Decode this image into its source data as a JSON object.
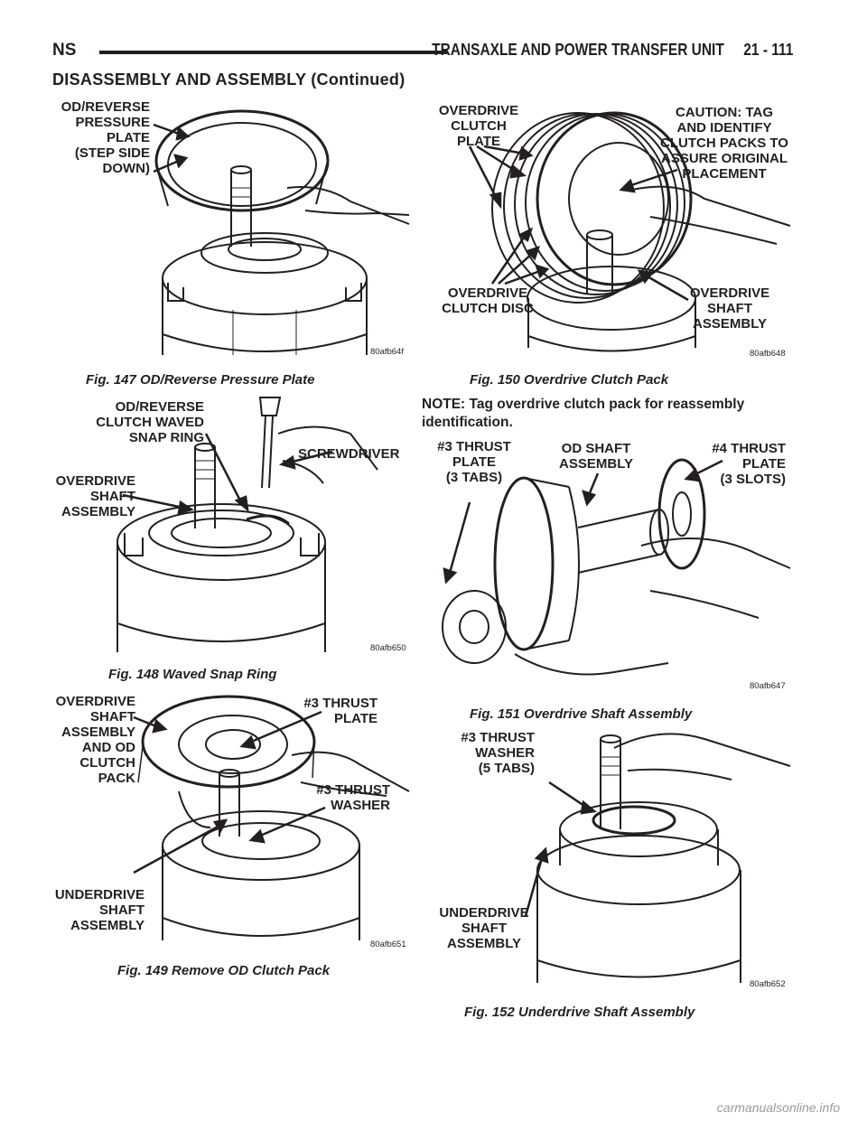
{
  "header": {
    "left": "NS",
    "right": "TRANSAXLE AND POWER TRANSFER UNIT     21 - 111"
  },
  "section_title": "DISASSEMBLY AND ASSEMBLY (Continued)",
  "figures": {
    "f147": {
      "caption": "Fig. 147 OD/Reverse Pressure Plate",
      "id": "80afb64f",
      "labels": [
        "OD/REVERSE",
        "PRESSURE",
        "PLATE",
        "(STEP SIDE",
        "DOWN)"
      ]
    },
    "f148": {
      "caption": "Fig. 148 Waved Snap Ring",
      "id": "80afb650",
      "snap_ring": [
        "OD/REVERSE",
        "CLUTCH WAVED",
        "SNAP RING"
      ],
      "screwdriver": "SCREWDRIVER",
      "shaft": [
        "OVERDRIVE",
        "SHAFT",
        "ASSEMBLY"
      ]
    },
    "f149": {
      "caption": "Fig. 149 Remove OD Clutch Pack",
      "id": "80afb651",
      "od_shaft": [
        "OVERDRIVE",
        "SHAFT",
        "ASSEMBLY",
        "AND OD",
        "CLUTCH",
        "PACK"
      ],
      "thrust_plate": [
        "#3 THRUST",
        "PLATE"
      ],
      "thrust_washer": [
        "#3 THRUST",
        "WASHER"
      ],
      "ud_shaft": [
        "UNDERDRIVE",
        "SHAFT",
        "ASSEMBLY"
      ]
    },
    "f150": {
      "caption": "Fig. 150 Overdrive Clutch Pack",
      "id": "80afb648",
      "plate": [
        "OVERDRIVE",
        "CLUTCH",
        "PLATE"
      ],
      "caution": [
        "CAUTION: TAG",
        "AND IDENTIFY",
        "CLUTCH PACKS TO",
        "ASSURE ORIGINAL",
        "PLACEMENT"
      ],
      "disc": [
        "OVERDRIVE",
        "CLUTCH DISC"
      ],
      "shaft": [
        "OVERDRIVE",
        "SHAFT",
        "ASSEMBLY"
      ]
    },
    "f151": {
      "caption": "Fig. 151 Overdrive Shaft Assembly",
      "id": "80afb647",
      "plate3": [
        "#3 THRUST",
        "PLATE",
        "(3 TABS)"
      ],
      "od_shaft": [
        "OD SHAFT",
        "ASSEMBLY"
      ],
      "plate4": [
        "#4 THRUST",
        "PLATE",
        "(3 SLOTS)"
      ]
    },
    "f152": {
      "caption": "Fig. 152 Underdrive Shaft Assembly",
      "id": "80afb652",
      "washer": [
        "#3 THRUST",
        "WASHER",
        "(5 TABS)"
      ],
      "ud_shaft": [
        "UNDERDRIVE",
        "SHAFT",
        "ASSEMBLY"
      ]
    }
  },
  "note": "NOTE: Tag overdrive clutch pack for reassembly identification.",
  "watermark": "carmanualsonline.info"
}
